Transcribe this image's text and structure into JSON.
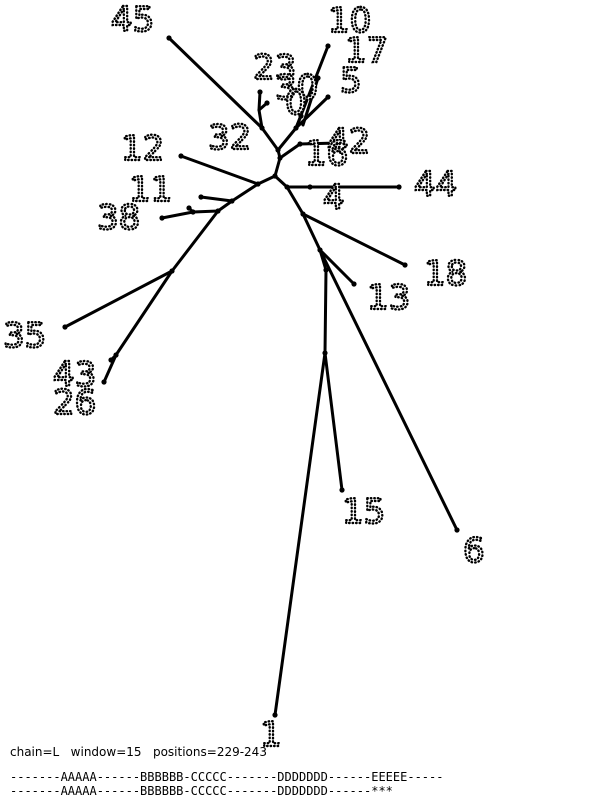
{
  "tree": {
    "leaves": [
      {
        "id": "45",
        "label": "45"
      },
      {
        "id": "10",
        "label": "10"
      },
      {
        "id": "17",
        "label": "17"
      },
      {
        "id": "23",
        "label": "23"
      },
      {
        "id": "30",
        "label": "30"
      },
      {
        "id": "5",
        "label": "5"
      },
      {
        "id": "0",
        "label": "0"
      },
      {
        "id": "12",
        "label": "12"
      },
      {
        "id": "32",
        "label": "32"
      },
      {
        "id": "42",
        "label": "42"
      },
      {
        "id": "16",
        "label": "16"
      },
      {
        "id": "11",
        "label": "11"
      },
      {
        "id": "4",
        "label": "4"
      },
      {
        "id": "44",
        "label": "44"
      },
      {
        "id": "38",
        "label": "38"
      },
      {
        "id": "18",
        "label": "18"
      },
      {
        "id": "13",
        "label": "13"
      },
      {
        "id": "35",
        "label": "35"
      },
      {
        "id": "43",
        "label": "43"
      },
      {
        "id": "26",
        "label": "26"
      },
      {
        "id": "15",
        "label": "15"
      },
      {
        "id": "6",
        "label": "6"
      },
      {
        "id": "1",
        "label": "1"
      }
    ]
  },
  "footer": {
    "info": "chain=L   window=15   positions=229-243",
    "sequence_1": "-------AAAAA------BBBBBB-CCCCC-------DDDDDDD------EEEEE-----",
    "sequence_2": "-------AAAAA------BBBBBB-CCCCC-------DDDDDDD------***"
  }
}
